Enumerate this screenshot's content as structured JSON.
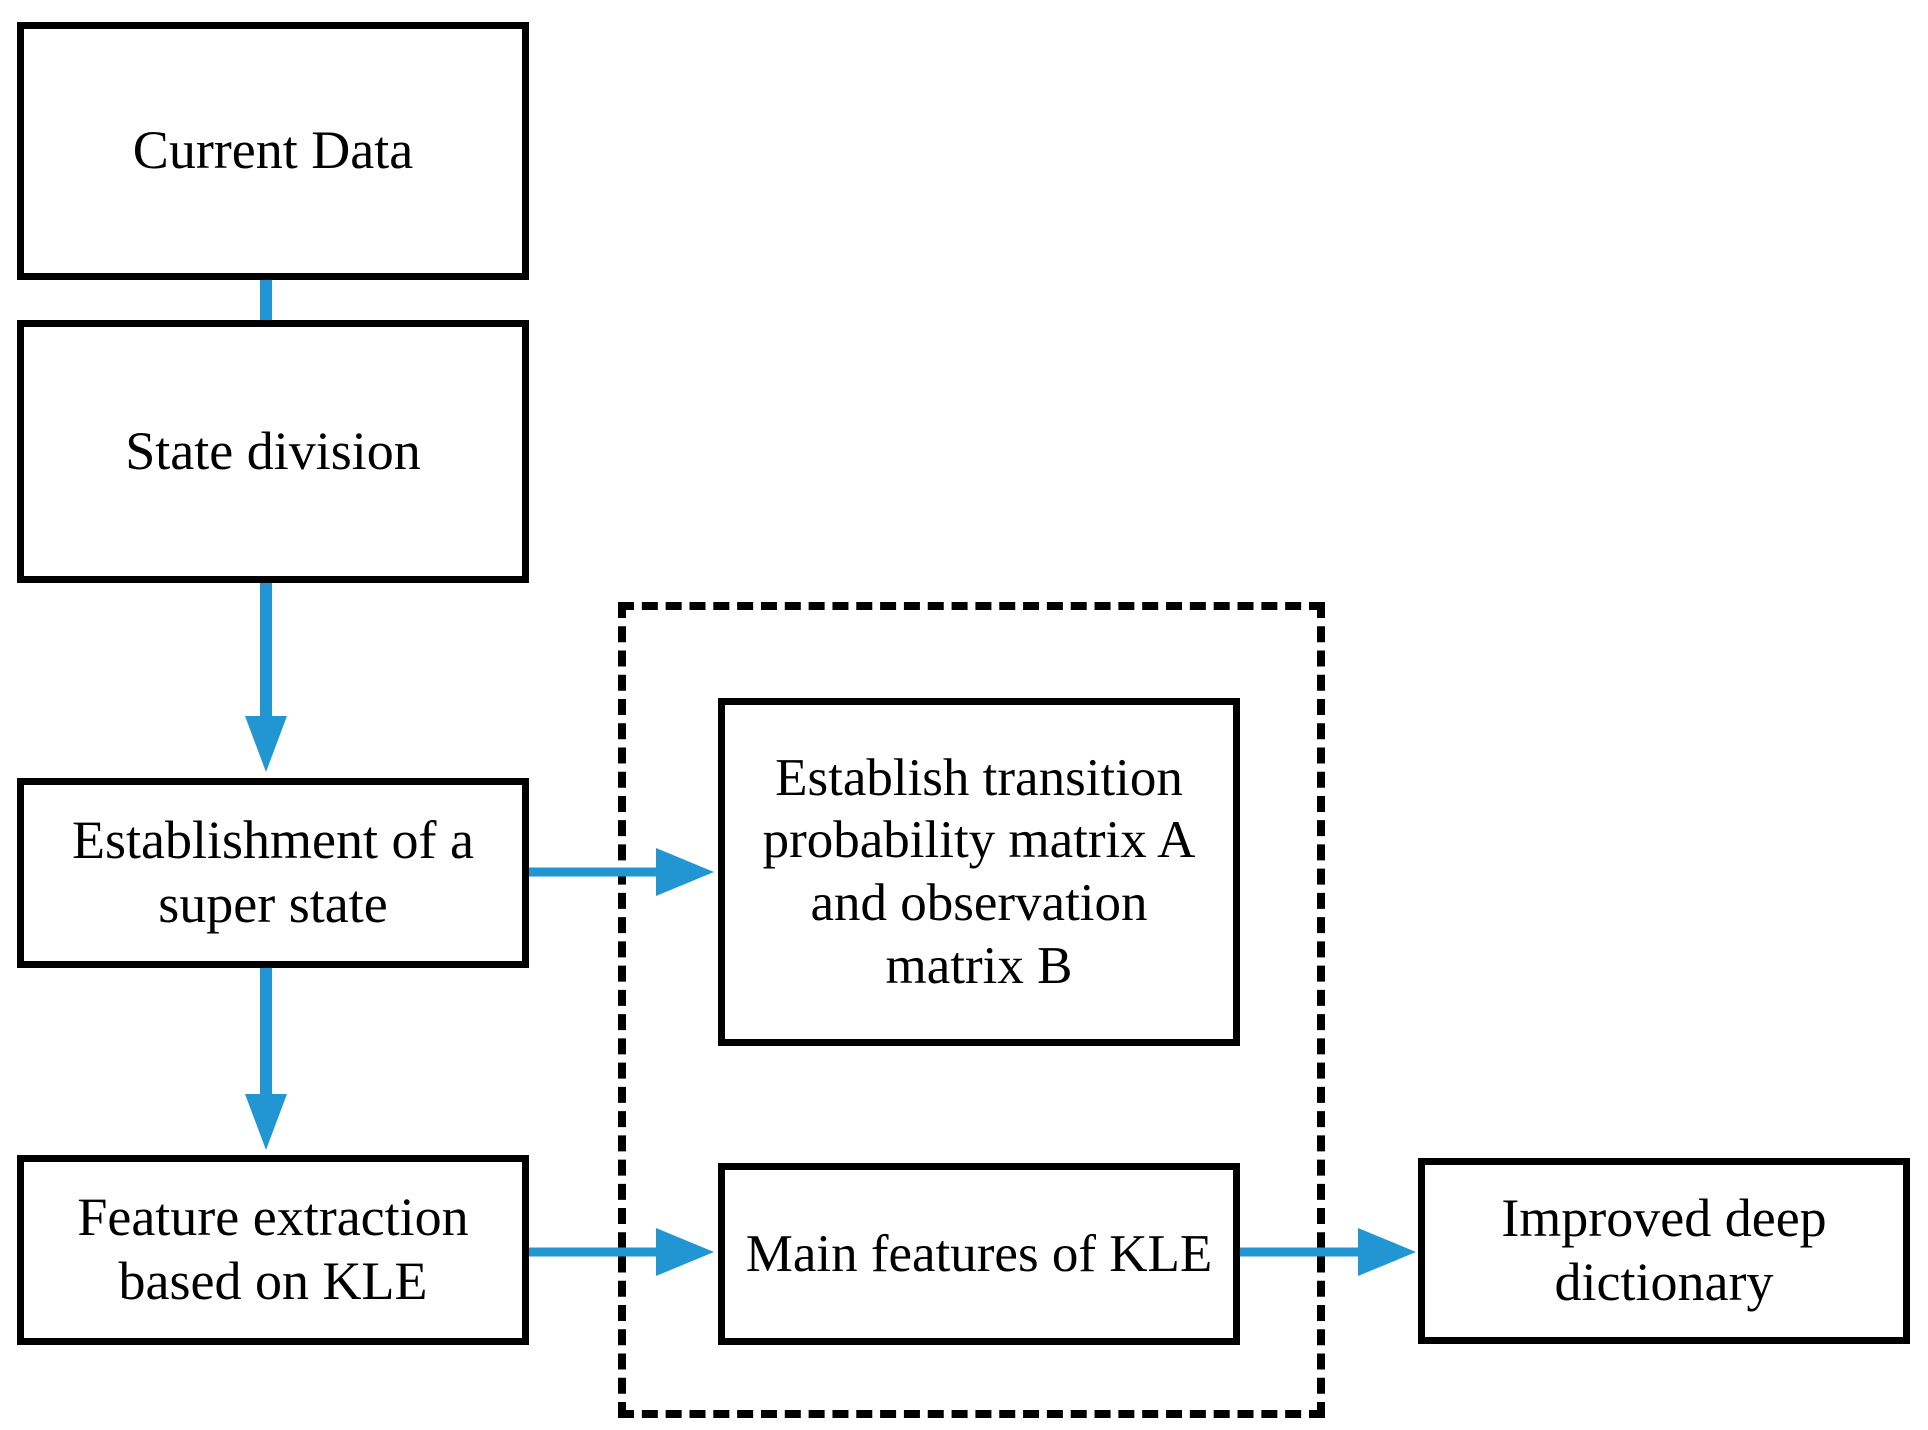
{
  "diagram": {
    "title": "Improved deep dictionary flowchart",
    "accent_color": "#2196D3",
    "line_color": "#000000",
    "background": "#ffffff",
    "nodes": [
      {
        "id": "current-data",
        "label": "Current Data"
      },
      {
        "id": "state-division",
        "label": "State division"
      },
      {
        "id": "super-state",
        "label": "Establishment of a\nsuper state"
      },
      {
        "id": "feature-kle",
        "label": "Feature extraction\nbased on KLE"
      },
      {
        "id": "matrix-ab",
        "label": "Establish transition\nprobability matrix A\nand observation\nmatrix B"
      },
      {
        "id": "main-features",
        "label": "Main features of KLE"
      },
      {
        "id": "deep-dict",
        "label": "Improved deep\ndictionary"
      }
    ],
    "group": {
      "id": "hmm-kle-group",
      "style": "dashed",
      "label": ""
    },
    "edges": [
      {
        "from": "current-data",
        "to": "state-division",
        "direction": "down"
      },
      {
        "from": "state-division",
        "to": "super-state",
        "direction": "down"
      },
      {
        "from": "super-state",
        "to": "feature-kle",
        "direction": "down"
      },
      {
        "from": "super-state",
        "to": "matrix-ab",
        "direction": "right"
      },
      {
        "from": "feature-kle",
        "to": "main-features",
        "direction": "right"
      },
      {
        "from": "main-features",
        "to": "deep-dict",
        "direction": "right"
      }
    ]
  }
}
